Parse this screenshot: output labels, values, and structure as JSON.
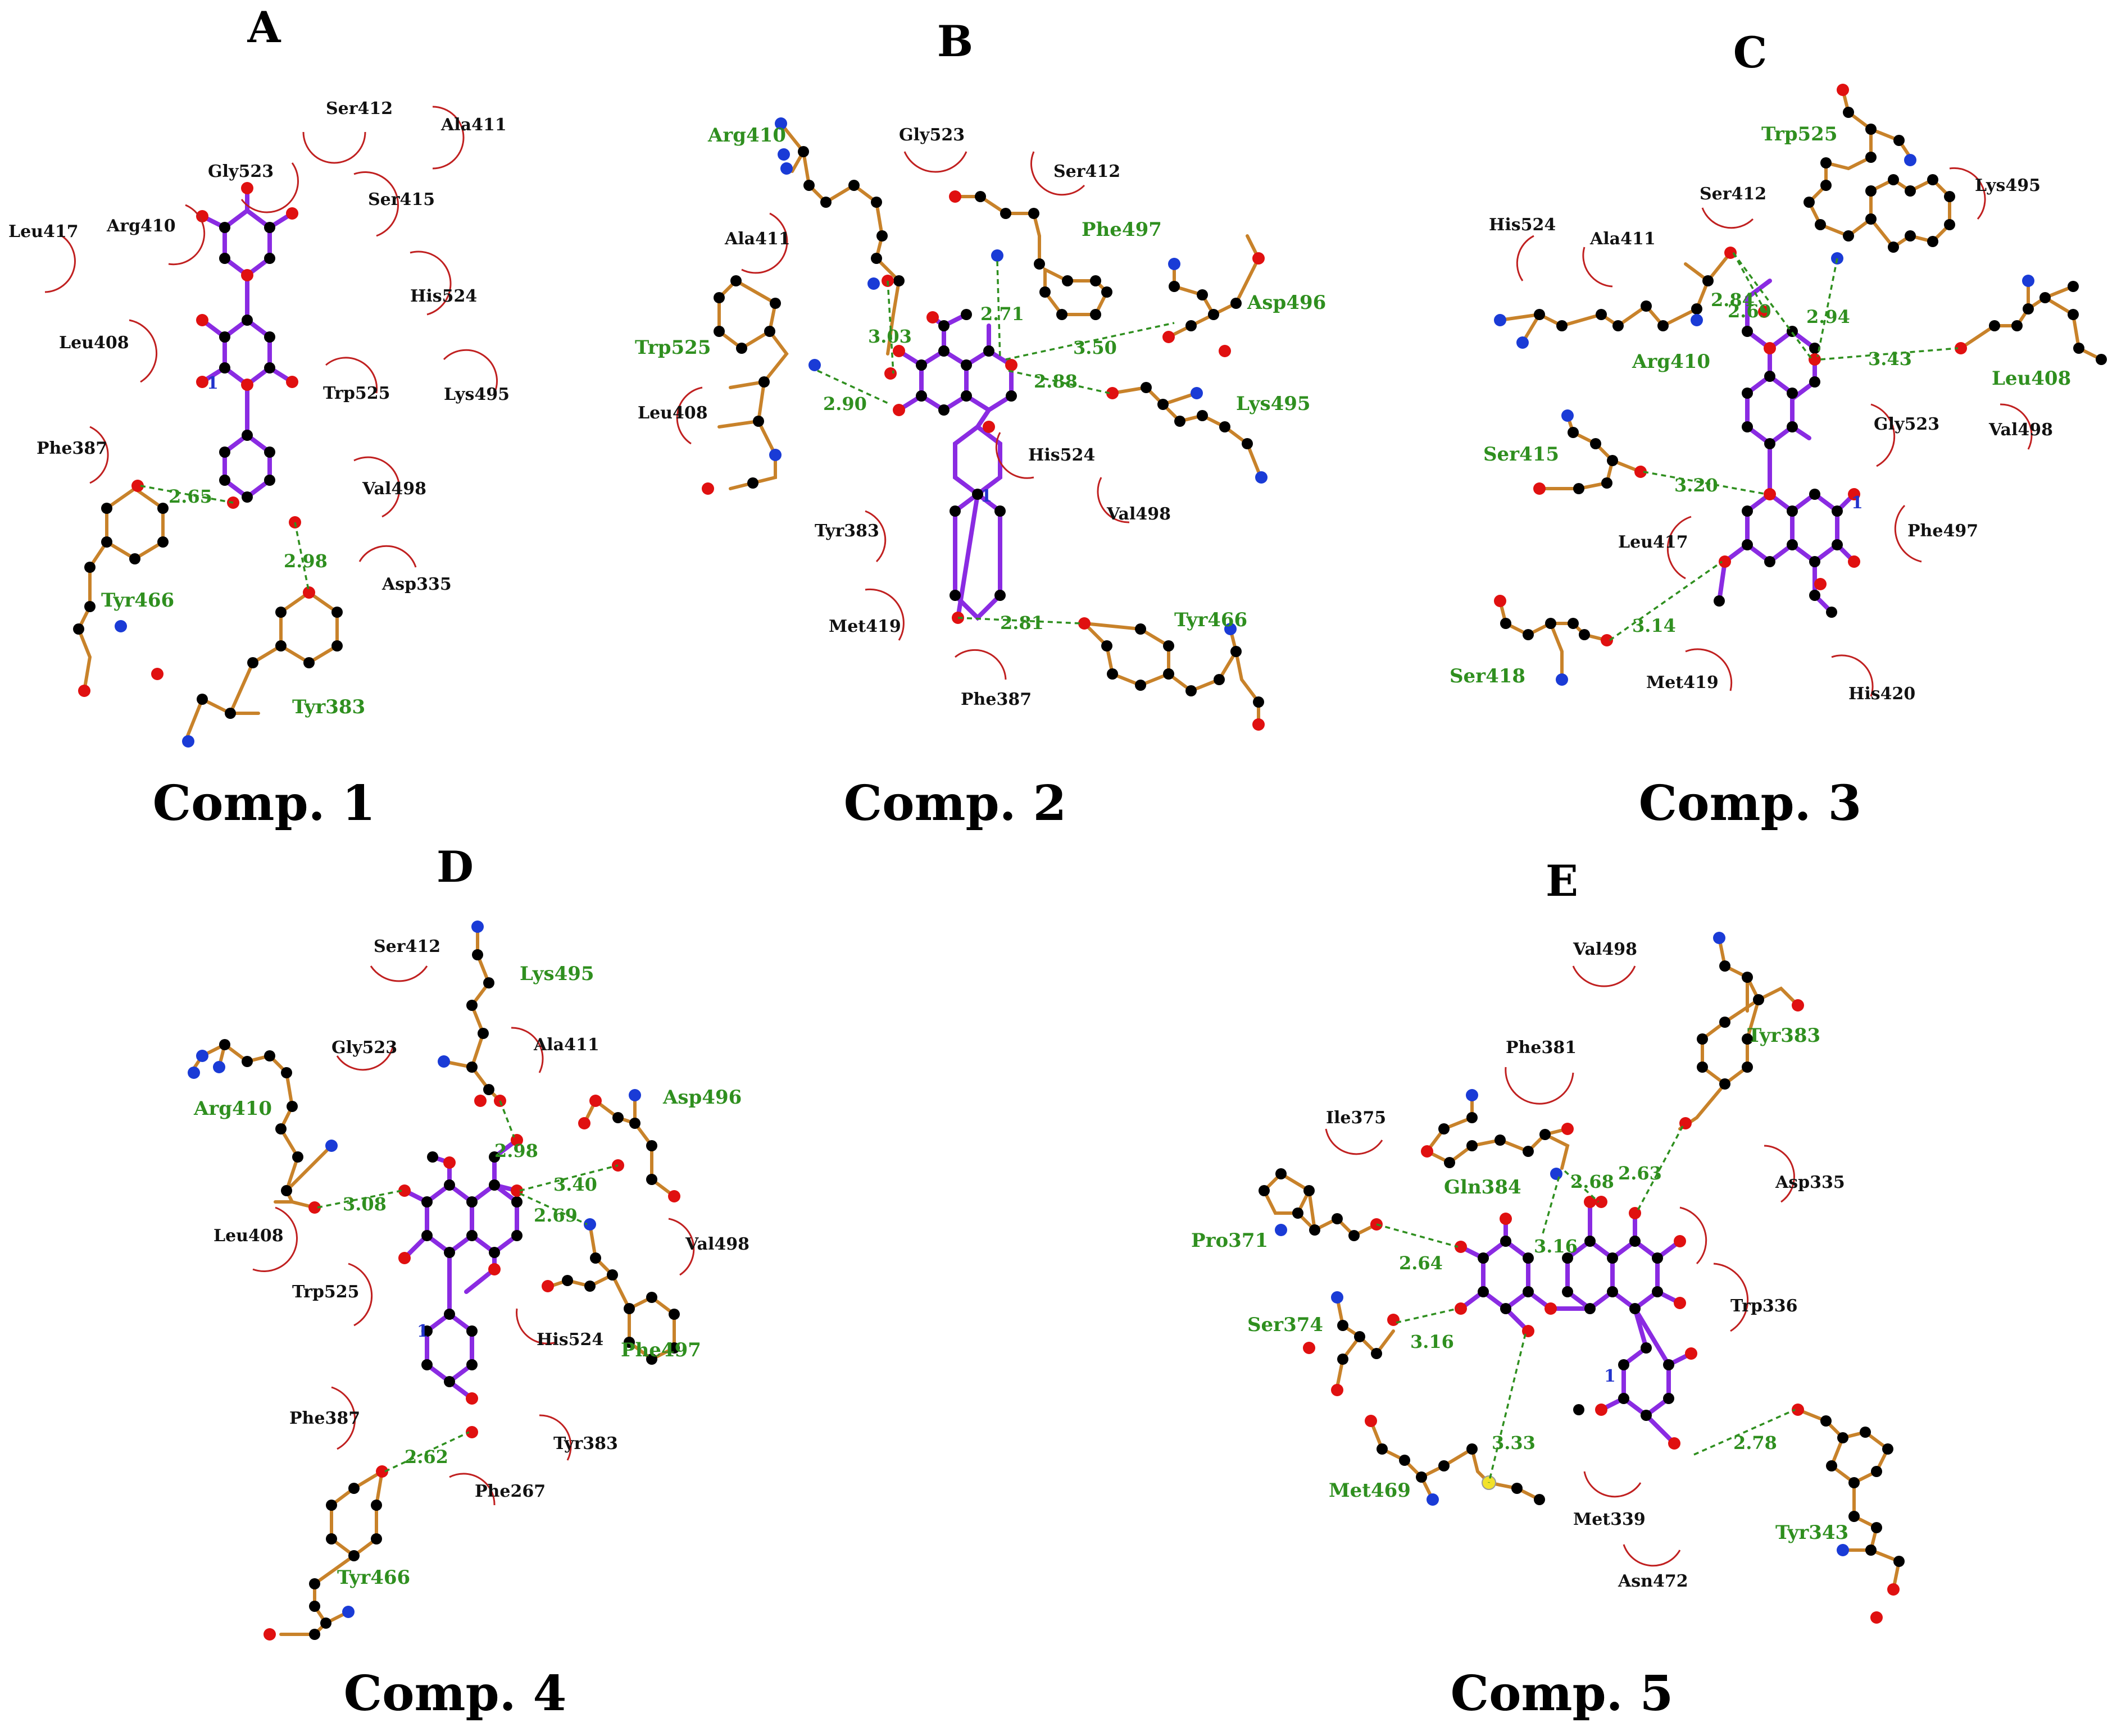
{
  "panels": [
    {
      "letter": "A",
      "caption": "Comp. 1",
      "lig_label": "1",
      "residues_hb": [
        "Tyr466",
        "Tyr383"
      ],
      "residues_hyd": [
        "Ser412",
        "Ala411",
        "Gly523",
        "Ser415",
        "Arg410",
        "Leu417",
        "His524",
        "Leu408",
        "Trp525",
        "Lys495",
        "Phe387",
        "Val498",
        "Asp335"
      ],
      "distances": [
        "2.65",
        "2.98"
      ]
    },
    {
      "letter": "B",
      "caption": "Comp. 2",
      "lig_label": "1",
      "residues_hb": [
        "Arg410",
        "Phe497",
        "Asp496",
        "Trp525",
        "Lys495",
        "Tyr466"
      ],
      "residues_hyd": [
        "Gly523",
        "Ser412",
        "Ala411",
        "Leu408",
        "His524",
        "Val498",
        "Tyr383",
        "Met419",
        "Phe387"
      ],
      "distances": [
        "3.03",
        "2.71",
        "3.50",
        "2.90",
        "2.88",
        "2.81"
      ]
    },
    {
      "letter": "C",
      "caption": "Comp. 3",
      "lig_label": "1",
      "residues_hb": [
        "Trp525",
        "Arg410",
        "Leu408",
        "Ser415",
        "Ser418"
      ],
      "residues_hyd": [
        "Ser412",
        "Lys495",
        "Ala411",
        "His524",
        "Gly523",
        "Val498",
        "Leu417",
        "Phe497",
        "Met419",
        "His420"
      ],
      "distances": [
        "2.84",
        "2.69",
        "2.94",
        "3.43",
        "3.20",
        "3.14"
      ]
    },
    {
      "letter": "D",
      "caption": "Comp. 4",
      "lig_label": "1",
      "residues_hb": [
        "Lys495",
        "Arg410",
        "Asp496",
        "Phe497",
        "Tyr466"
      ],
      "residues_hyd": [
        "Ser412",
        "Gly523",
        "Ala411",
        "Leu408",
        "Val498",
        "Trp525",
        "His524",
        "Phe387",
        "Tyr383",
        "Phe267"
      ],
      "distances": [
        "2.98",
        "3.08",
        "3.40",
        "2.69",
        "2.62"
      ]
    },
    {
      "letter": "E",
      "caption": "Comp. 5",
      "lig_label": "1",
      "residues_hb": [
        "Tyr383",
        "Gln384",
        "Pro371",
        "Ser374",
        "Met469",
        "Tyr343"
      ],
      "residues_hyd": [
        "Val498",
        "Phe381",
        "Ile375",
        "Asp335",
        "Trp336",
        "Met339",
        "Asn472"
      ],
      "distances": [
        "2.68",
        "2.63",
        "3.16",
        "2.64",
        "3.16",
        "3.33",
        "2.78"
      ]
    }
  ],
  "colors": {
    "hydrogen_bond": "#2f8f1f",
    "hydrophobic_arc": "#c02020",
    "ligand_bond": "#8a2be2",
    "residue_bond": "#c8822a",
    "carbon": "#000000",
    "oxygen": "#e01010",
    "nitrogen": "#1a3bd6",
    "sulfur": "#f2e22a"
  }
}
